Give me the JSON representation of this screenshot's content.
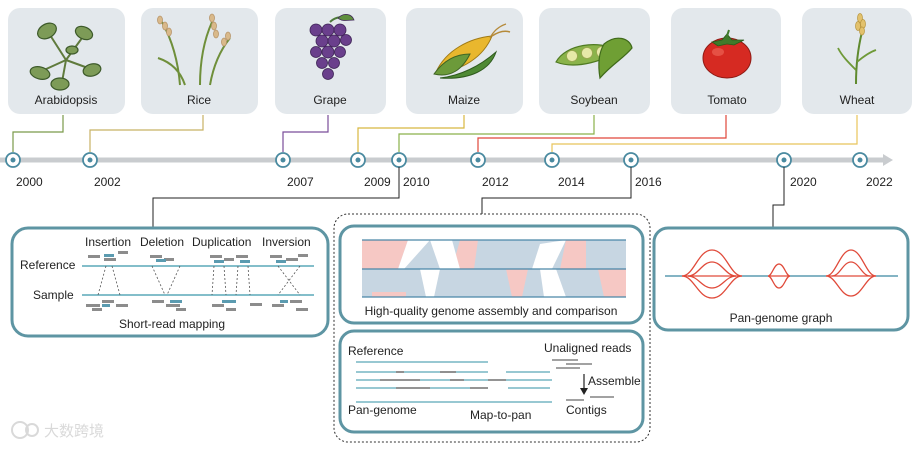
{
  "crops": [
    {
      "name": "Arabidopsis",
      "icon": "arabidopsis-plant-icon"
    },
    {
      "name": "Rice",
      "icon": "rice-plant-icon"
    },
    {
      "name": "Grape",
      "icon": "grape-cluster-icon"
    },
    {
      "name": "Maize",
      "icon": "maize-cob-icon"
    },
    {
      "name": "Soybean",
      "icon": "soybean-pod-icon"
    },
    {
      "name": "Tomato",
      "icon": "tomato-icon"
    },
    {
      "name": "Wheat",
      "icon": "wheat-ear-icon"
    }
  ],
  "timeline": {
    "years": [
      "2000",
      "2002",
      "2007",
      "2009",
      "2010",
      "2012",
      "2014",
      "2016",
      "2020",
      "2022"
    ]
  },
  "panels": {
    "short_read": {
      "title": "Short-read mapping",
      "reference_label": "Reference",
      "sample_label": "Sample",
      "variant_types": [
        "Insertion",
        "Deletion",
        "Duplication",
        "Inversion"
      ]
    },
    "assembly": {
      "title": "High-quality genome assembly and comparison"
    },
    "map_to_pan": {
      "title": "Map-to-pan",
      "reference_label": "Reference",
      "pan_genome_label": "Pan-genome",
      "unaligned_label": "Unaligned reads",
      "assemble_label": "Assemble",
      "contigs_label": "Contigs"
    },
    "pan_graph": {
      "title": "Pan-genome graph"
    }
  },
  "watermark": {
    "text": "大数跨境"
  },
  "colors": {
    "panel_border": "#5e95a3",
    "card_fill": "#e3e8ec",
    "timeline_line": "#c9cccf",
    "reference_line": "#5aa8b8",
    "block_grey": "#8c8c8c",
    "block_blue": "#5b9bb0",
    "graph_red": "#e04a3a",
    "band_blue": "#c7d6e2",
    "band_pink": "#f6c8c4"
  }
}
